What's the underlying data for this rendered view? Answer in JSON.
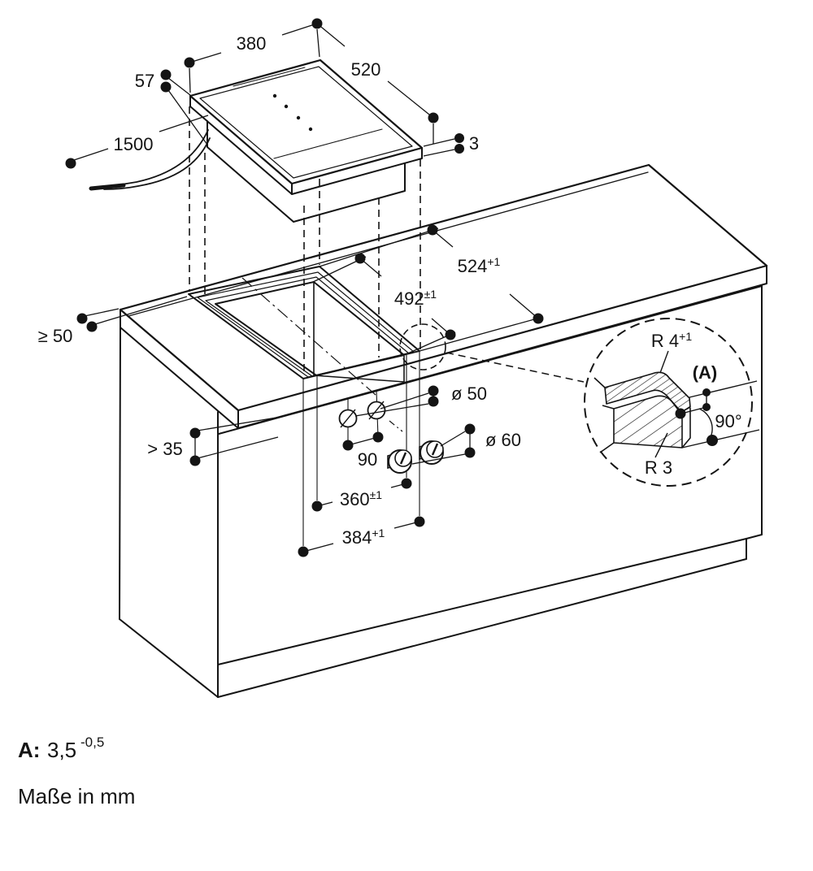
{
  "diagram": {
    "title": "cooktop-flush-installation-drawing",
    "units_note": "Maße in mm",
    "appliance": {
      "glass_width": "380",
      "glass_depth": "520",
      "total_height": "57",
      "cable_length": "1500",
      "glass_edge_thickness": "3"
    },
    "cutout": {
      "rebate_depth_dim": {
        "v": "524",
        "sup": "+1"
      },
      "inner_depth_dim": {
        "v": "492",
        "sup": "±1"
      },
      "inner_width_dim": {
        "v": "360",
        "sup": "±1"
      },
      "rebate_width_dim": {
        "v": "384",
        "sup": "+1"
      },
      "min_side_clearance": "≥ 50",
      "min_below_worktop": "> 35"
    },
    "knobs": {
      "hole_diameter": "ø 50",
      "knob_diameter": "ø 60",
      "hole_spacing": "90"
    },
    "detail": {
      "radius_top": {
        "v": "R 4",
        "sup": "+1"
      },
      "ref_a": "(A)",
      "wall_angle": "90°",
      "radius_bottom": "R 3"
    },
    "notes": {
      "a_label": "A:",
      "a_value": "3,5",
      "a_sup": "-0,5",
      "units": "Maße in mm"
    }
  }
}
